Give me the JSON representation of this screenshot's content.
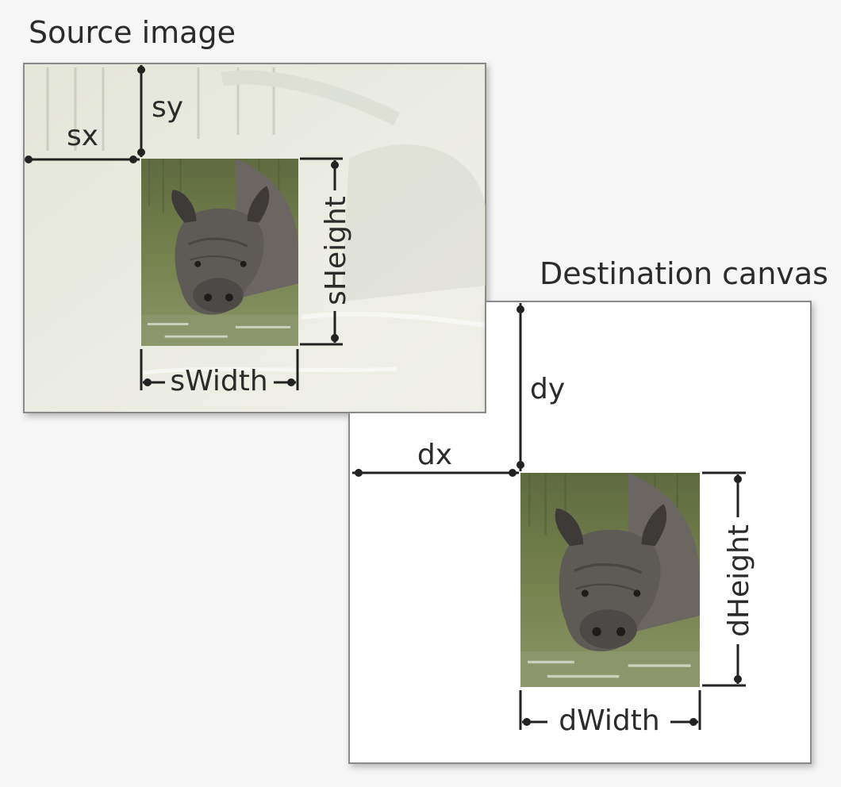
{
  "labels": {
    "source_title": "Source image",
    "destination_title": "Destination canvas",
    "sx": "sx",
    "sy": "sy",
    "sWidth": "sWidth",
    "sHeight": "sHeight",
    "dx": "dx",
    "dy": "dy",
    "dWidth": "dWidth",
    "dHeight": "dHeight"
  },
  "colors": {
    "background": "#f6f6f6",
    "source_frame_fill": "#eaebdf",
    "canvas_fill": "#ffffff",
    "frame_border": "#8a8a8a",
    "dimension_lines": "#222222",
    "water": "#6f7a4a",
    "rhino": "#5e5a55"
  },
  "images": {
    "source_crop": "rhino-in-water-photo",
    "destination_drawn": "rhino-in-water-photo"
  }
}
